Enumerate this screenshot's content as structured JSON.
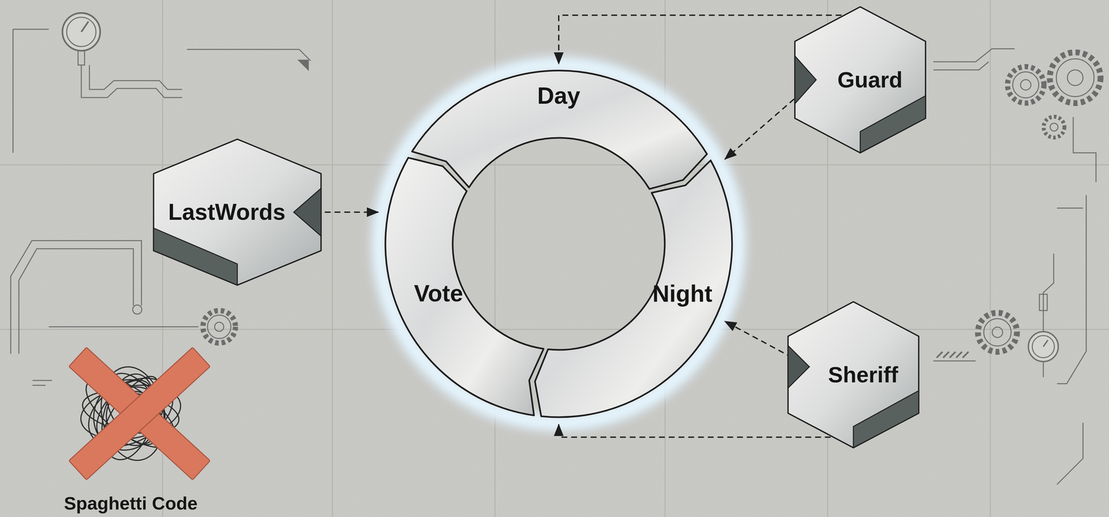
{
  "diagram": {
    "nodes": [
      {
        "text": [
          "Day"
        ]
      },
      {
        "text": [
          "Night"
        ]
      },
      {
        "text": [
          "Vote"
        ]
      },
      {
        "text": [
          "Guard"
        ]
      },
      {
        "text": [
          "Sheriff"
        ]
      },
      {
        "text": [
          "LastWords"
        ]
      }
    ],
    "edges": [
      {
        "from": 3,
        "to": 0,
        "arrow": "to"
      },
      {
        "from": 3,
        "to": 1,
        "arrow": "to"
      },
      {
        "from": 4,
        "to": 1,
        "arrow": "to"
      },
      {
        "from": 4,
        "to": 2,
        "arrow": "to"
      },
      {
        "from": 5,
        "to": 2,
        "arrow": "to"
      }
    ],
    "labels": [
      "Spaghetti Code"
    ]
  }
}
